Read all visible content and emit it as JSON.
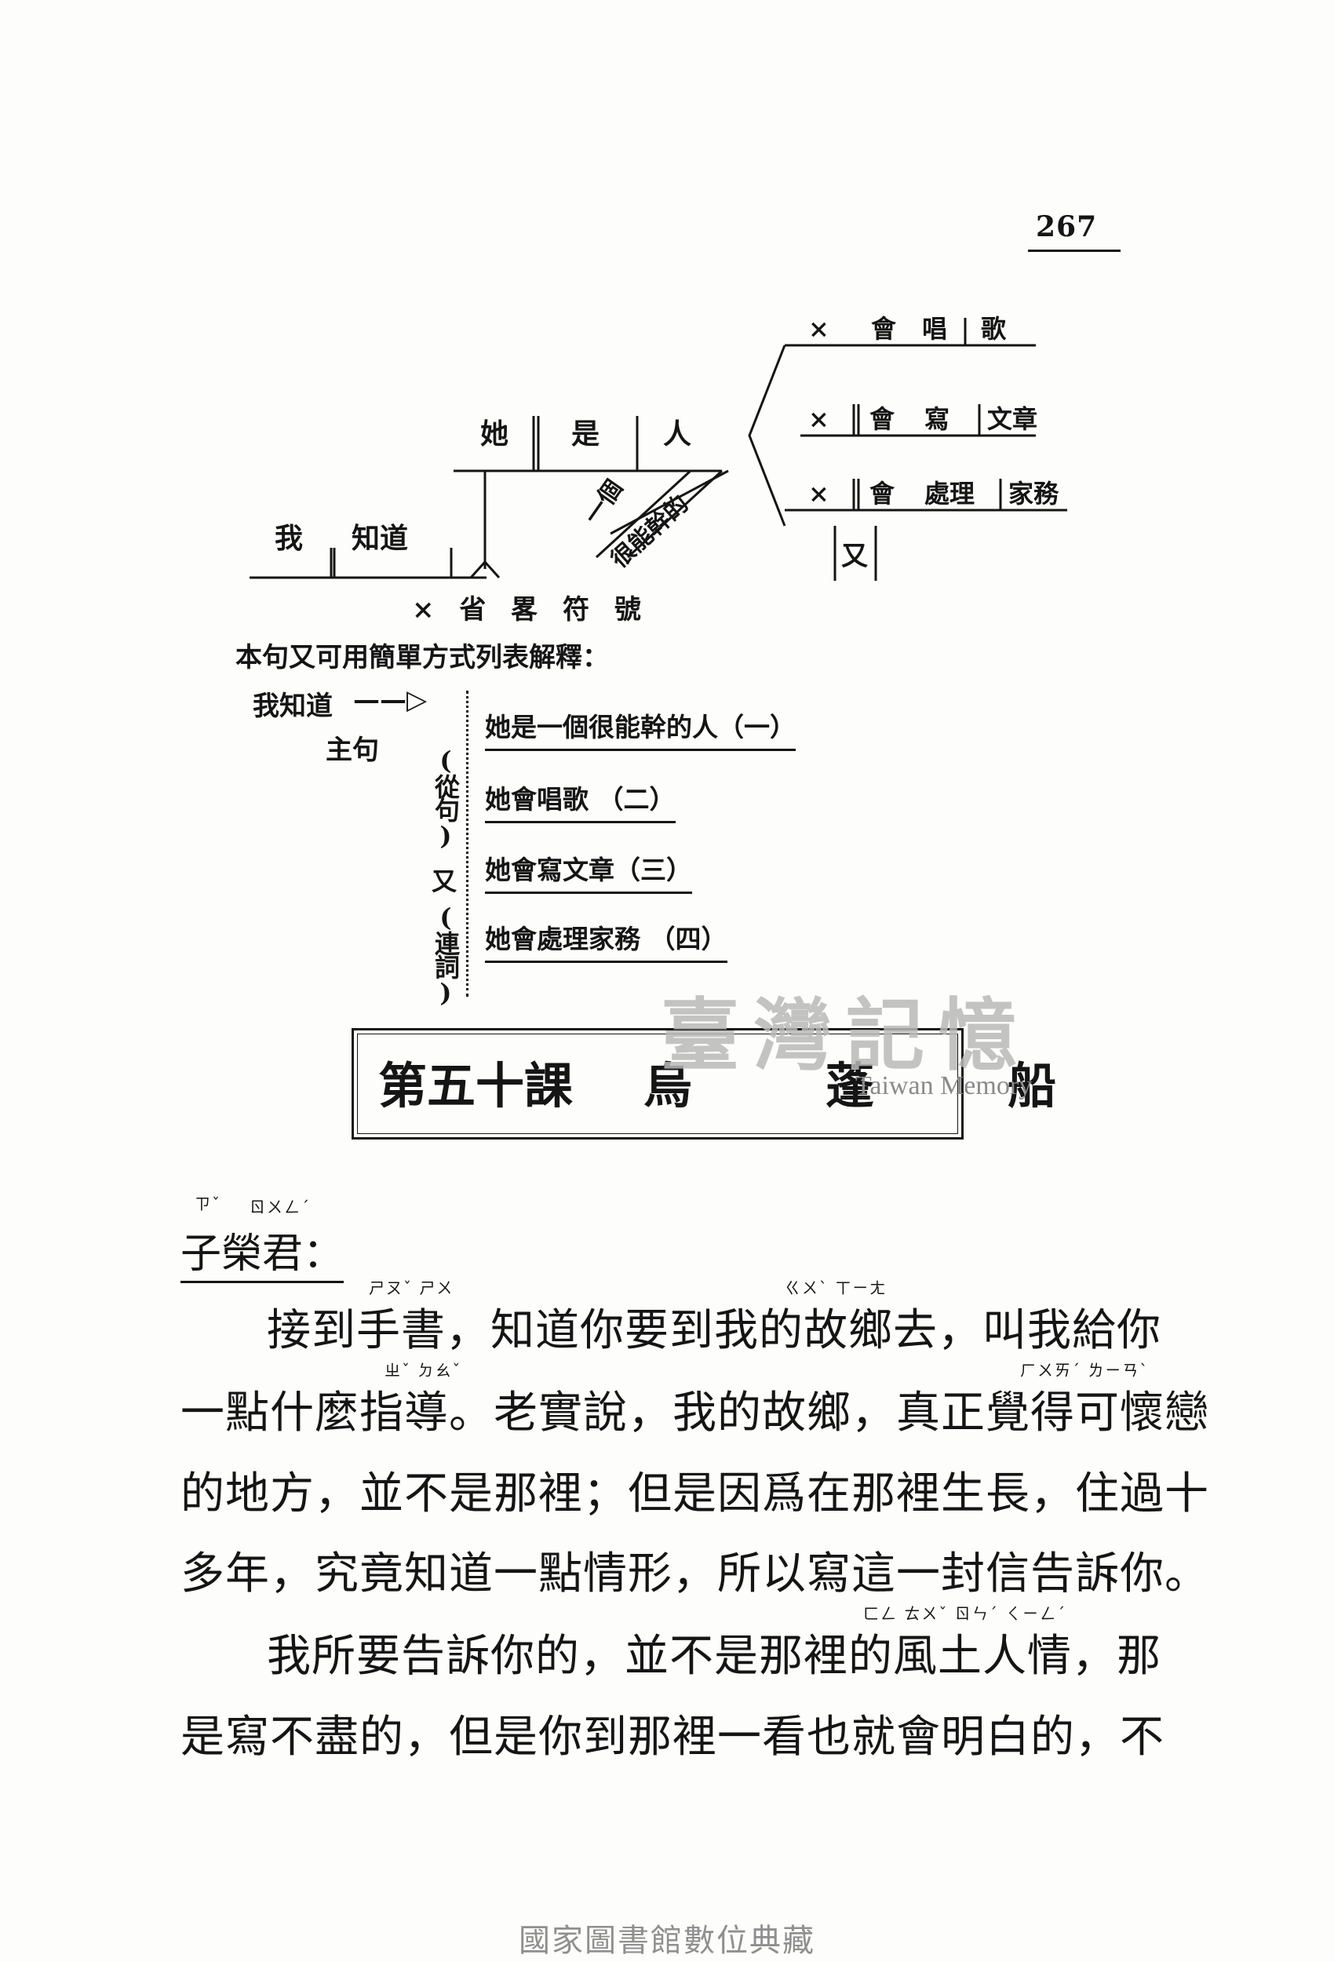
{
  "page_number": "267",
  "diagram": {
    "main_subject": "我",
    "main_verb": "知道",
    "clause_subject": "她",
    "clause_verb": "是",
    "clause_object": "人",
    "modifier_1": "一個",
    "modifier_2": "很能幹的",
    "ellipsis_mark": "×",
    "branches": [
      {
        "x": "×",
        "aux": "會",
        "verb": "唱",
        "object": "歌"
      },
      {
        "x": "×",
        "aux": "會",
        "verb": "寫",
        "object": "文章"
      },
      {
        "x": "×",
        "aux": "會",
        "verb": "處理",
        "object": "家務"
      }
    ],
    "conjunction": "又",
    "legend": "× 省 畧 符 號"
  },
  "list_intro": "本句又可用簡單方式列表解釋：",
  "main_clause": {
    "text": "我知道",
    "arrow": "——▷",
    "label": "主句"
  },
  "side_labels": {
    "subordinate": "(從句)",
    "conj": "又",
    "connective": "(連詞)"
  },
  "clauses": [
    "她是一個很能幹的人（一）",
    "她會唱歌 （二）",
    "她會寫文章（三）",
    "她會處理家務 （四）"
  ],
  "lesson_title": {
    "number": "第五十課",
    "w1": "烏",
    "w2": "蓬",
    "w3": "船"
  },
  "watermark": {
    "chinese": "臺灣記憶",
    "english": "Taiwan Memory"
  },
  "salutation": "子榮君：",
  "annotations": {
    "zi": "ㄗˇ",
    "rong": "ㄖㄨㄥˊ",
    "shoushu": "ㄕㄡˇ ㄕㄨ",
    "guxiang": "ㄍㄨˋ ㄒㄧㄤ",
    "zhidao": "ㄓˇ ㄉㄠˇ",
    "huailian": "ㄏㄨㄞˊ ㄌㄧㄢˋ",
    "fengtu": "ㄈㄥ ㄊㄨˇ ㄖㄣˊ ㄑㄧㄥˊ"
  },
  "body_lines": [
    "接到手書，知道你要到我的故鄉去，叫我給你",
    "一點什麼指導。老實說，我的故鄉，真正覺得可懷戀",
    "的地方，並不是那裡；但是因爲在那裡生長，住過十",
    "多年，究竟知道一點情形，所以寫這一封信告訴你。",
    "我所要告訴你的，並不是那裡的風土人情，那",
    "是寫不盡的，但是你到那裡一看也就會明白的，不"
  ],
  "footer": "國家圖書館數位典藏"
}
